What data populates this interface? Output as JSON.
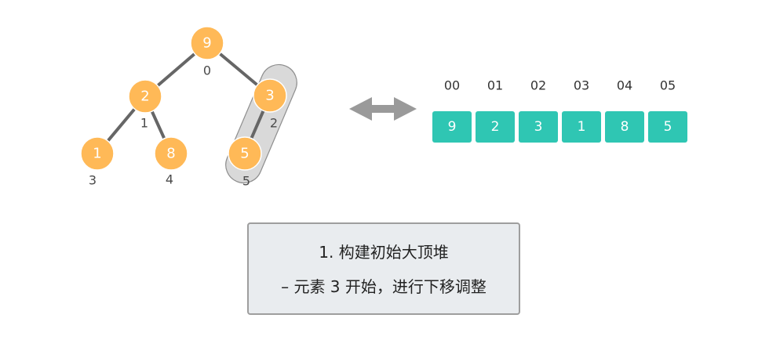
{
  "tree": {
    "nodes": [
      {
        "value": "9",
        "index": "0"
      },
      {
        "value": "2",
        "index": "1"
      },
      {
        "value": "3",
        "index": "2"
      },
      {
        "value": "1",
        "index": "3"
      },
      {
        "value": "8",
        "index": "4"
      },
      {
        "value": "5",
        "index": "5"
      }
    ]
  },
  "array": {
    "indices": [
      "00",
      "01",
      "02",
      "03",
      "04",
      "05"
    ],
    "values": [
      "9",
      "2",
      "3",
      "1",
      "8",
      "5"
    ]
  },
  "caption": {
    "title": "1. 构建初始大顶堆",
    "subtitle": "– 元素 3 开始，进行下移调整"
  },
  "colors": {
    "node_fill": "#ffb957",
    "array_fill": "#2fc6b3",
    "edge": "#666666",
    "highlight": "#d9d9d9",
    "arrow": "#9a9a9a",
    "caption_bg": "#e9ecef",
    "caption_border": "#9e9e9e"
  }
}
